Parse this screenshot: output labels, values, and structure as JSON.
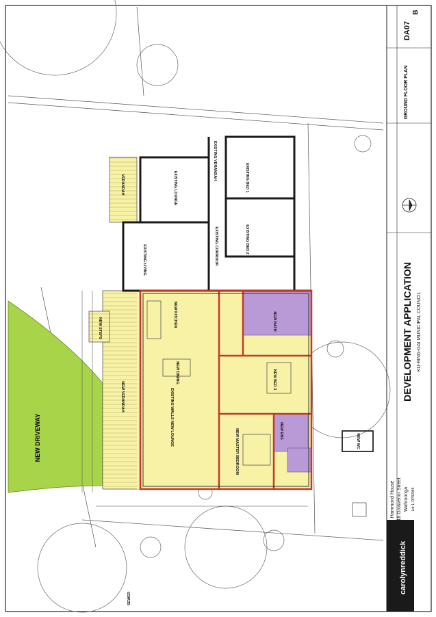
{
  "title_block": {
    "firm": "carolynreddick",
    "project": "Hammond House",
    "address": "18 Grosvenor Street",
    "suburb": "Wahroonga",
    "lot": "Lot 1, DP92989",
    "heading": "DEVELOPMENT APPLICATION",
    "council": "KU-RING-GAI MUNICIPAL COUNCIL",
    "sheet_title": "GROUND FLOOR PLAN",
    "drawing_no": "DA07",
    "revision": "B"
  },
  "rooms": {
    "existing_verandah": "EXISTING VERANDAH",
    "existing_lounge": "EXISTING LOUNGE",
    "existing_bed1": "EXISTING BED 1",
    "existing_bed2": "EXISTING BED 2",
    "existing_corridor": "EXISTING CORRIDOR",
    "existing_living": "EXISTING LIVING",
    "verandah": "VERANDAH",
    "new_steps": "NEW STEPS",
    "new_kitchen": "NEW KITCHEN",
    "new_dining": "NEW DINING",
    "new_verandah": "NEW VERANDAH",
    "existing_walls_new_lounge": "EXISTING WALLS NEW LOUNGE",
    "new_master_bedroom": "NEW MASTER BEDROOM",
    "new_bed3": "NEW BED 3",
    "new_ens": "NEW ENS",
    "new_bath": "NEW BATH",
    "new_wc": "NEW WC",
    "new_driveway": "NEW DRIVEWAY",
    "sewer": "SEWER"
  },
  "colors": {
    "new_work": "#f7f2a6",
    "wet_area": "#b99ad6",
    "driveway": "#a8d44a",
    "wall": "#1a1a1a",
    "new_wall": "#c0392b"
  }
}
